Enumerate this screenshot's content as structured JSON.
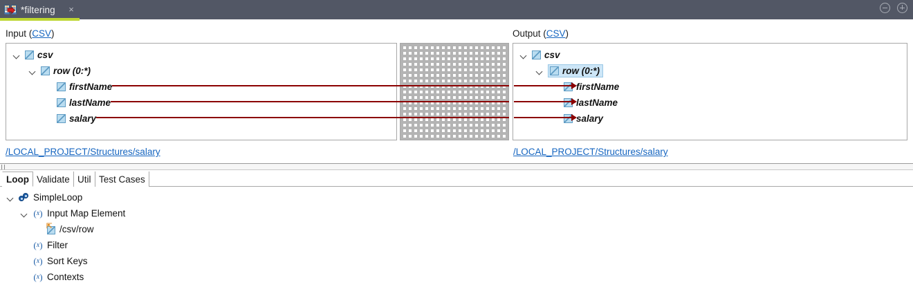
{
  "titlebar": {
    "tab_label": "*filtering",
    "tab_icon": "mapping-document-icon",
    "close_icon": "×",
    "minimize_label": "minimize",
    "maximize_label": "maximize",
    "bg_color": "#525765",
    "active_underline_color": "#bdd631"
  },
  "input_panel": {
    "label_prefix": "Input (",
    "label_link": "CSV",
    "label_suffix": ")",
    "path_link": "/LOCAL_PROJECT/Structures/salary",
    "tree": [
      {
        "name": "csv",
        "depth": 0,
        "expandable": true,
        "selected": false
      },
      {
        "name": "row (0:*)",
        "depth": 1,
        "expandable": true,
        "selected": false
      },
      {
        "name": "firstName",
        "depth": 2,
        "expandable": false,
        "selected": false
      },
      {
        "name": "lastName",
        "depth": 2,
        "expandable": false,
        "selected": false
      },
      {
        "name": "salary",
        "depth": 2,
        "expandable": false,
        "selected": false
      }
    ]
  },
  "output_panel": {
    "label_prefix": "Output (",
    "label_link": "CSV",
    "label_suffix": ")",
    "path_link": "/LOCAL_PROJECT/Structures/salary",
    "tree": [
      {
        "name": "csv",
        "depth": 0,
        "expandable": true,
        "selected": false
      },
      {
        "name": "row (0:*)",
        "depth": 1,
        "expandable": true,
        "selected": true
      },
      {
        "name": "firstName",
        "depth": 2,
        "expandable": false,
        "selected": false
      },
      {
        "name": "lastName",
        "depth": 2,
        "expandable": false,
        "selected": false
      },
      {
        "name": "salary",
        "depth": 2,
        "expandable": false,
        "selected": false
      }
    ]
  },
  "mapping_grid": {
    "wire_color": "#8b0000",
    "grid_color": "#b4b4b4",
    "connections": [
      "firstName",
      "lastName",
      "salary"
    ]
  },
  "bottom_tabs": {
    "items": [
      {
        "label": "Loop",
        "active": true
      },
      {
        "label": "Validate",
        "active": false
      },
      {
        "label": "Util",
        "active": false
      },
      {
        "label": "Test Cases",
        "active": false
      }
    ]
  },
  "bottom_tree": {
    "rows": [
      {
        "label": "SimpleLoop",
        "depth": 0,
        "icon": "gear-loop-icon",
        "expandable": true
      },
      {
        "label": "Input Map Element",
        "depth": 1,
        "icon": "variable-icon",
        "expandable": true
      },
      {
        "label": "/csv/row",
        "depth": 2,
        "icon": "xpath-element-icon",
        "expandable": false
      },
      {
        "label": "Filter",
        "depth": 1,
        "icon": "variable-icon",
        "expandable": false
      },
      {
        "label": "Sort Keys",
        "depth": 1,
        "icon": "variable-icon",
        "expandable": false
      },
      {
        "label": "Contexts",
        "depth": 1,
        "icon": "variable-icon",
        "expandable": false
      }
    ]
  }
}
